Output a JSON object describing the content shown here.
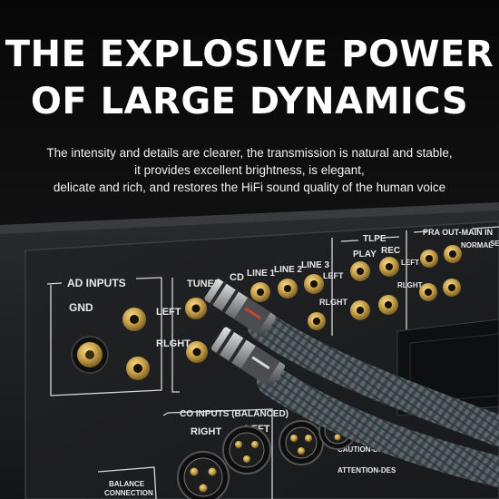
{
  "headline": {
    "line1": "THE EXPLOSIVE POWER",
    "line2": "OF LARGE DYNAMICS"
  },
  "description": {
    "line1": "The intensity and details are clearer, the transmission is natural and stable,",
    "line2": "it provides excellent brightness, is elegant,",
    "line3": "delicate and rich, and restores the HiFi sound quality of the human voice"
  },
  "panel": {
    "ad_inputs_label": "AD INPUTS",
    "gnd_label": "GND",
    "left_label": "LEFT",
    "right_label": "RLGHT",
    "tuner_label": "TUNER",
    "cd_label": "CD",
    "line1_label": "LINE 1",
    "line2_label": "LINE 2",
    "line3_label": "LINE 3",
    "left2_label": "LEFT",
    "right2_label": "RLGHT",
    "tlpe_label": "TLPE",
    "play_label": "PLAY",
    "rec_label": "REC",
    "pra_out_label": "PRA OUT-MAIN IN",
    "normal_label": "NORMAL",
    "sep_label": "SE",
    "left3_label": "LEFT",
    "right3_label": "RLGHT",
    "co_inputs_label": "CO INPUTS (BALANCED)",
    "co_right_label": "RIGHT",
    "co_left_label": "LEFT",
    "balance_label_1": "BALANCE",
    "balance_label_2": "CONNECTION",
    "caution_label": "CAUTION-DISC",
    "attention_label": "ATTENTION-DES"
  },
  "colors": {
    "background": "#050505",
    "panel": "#1b1c1e",
    "gold": "#c9a24a",
    "cable": "#4b5457"
  }
}
